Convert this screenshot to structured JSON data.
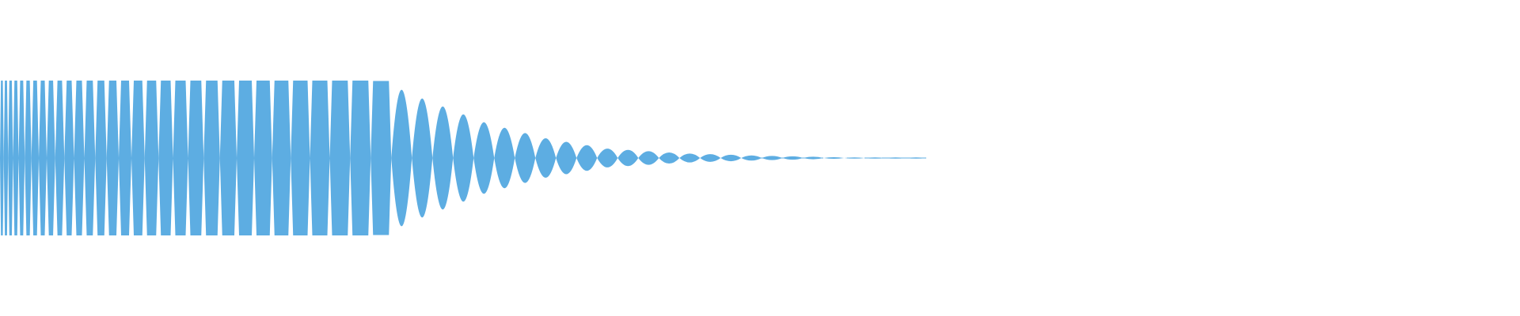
{
  "waveform": {
    "color": "#5dade2",
    "background": "#ffffff",
    "decay_profile": [
      {
        "position": 0.0,
        "amplitude": 1.0
      },
      {
        "position": 0.25,
        "amplitude": 1.0
      },
      {
        "position": 0.28,
        "amplitude": 0.75
      },
      {
        "position": 0.32,
        "amplitude": 0.45
      },
      {
        "position": 0.36,
        "amplitude": 0.25
      },
      {
        "position": 0.4,
        "amplitude": 0.12
      },
      {
        "position": 0.45,
        "amplitude": 0.06
      },
      {
        "position": 0.5,
        "amplitude": 0.03
      },
      {
        "position": 0.55,
        "amplitude": 0.01
      },
      {
        "position": 0.6,
        "amplitude": 0.0
      }
    ]
  }
}
